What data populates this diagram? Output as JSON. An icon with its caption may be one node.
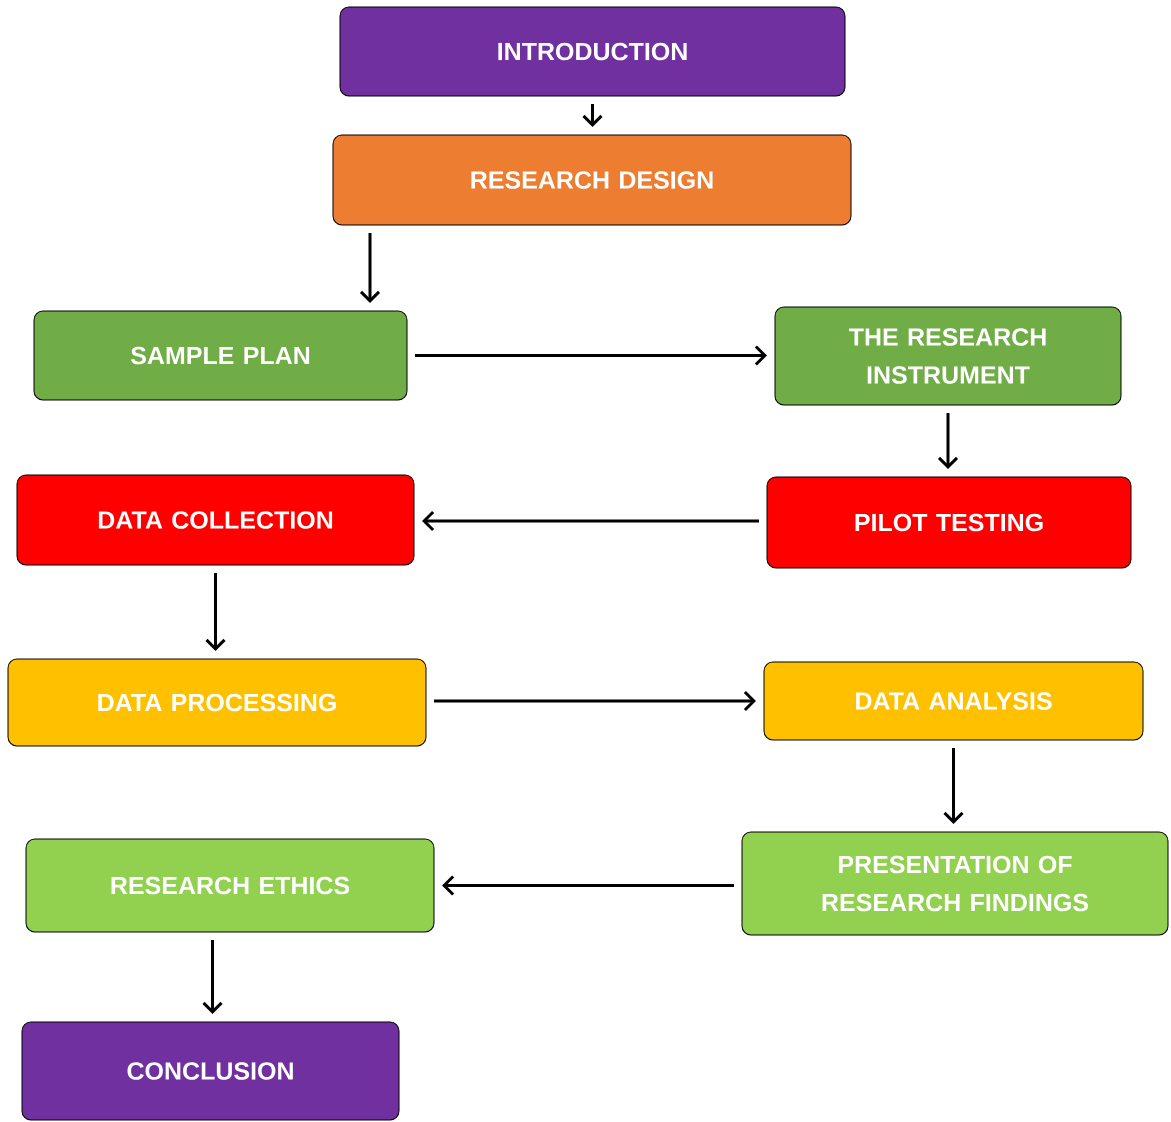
{
  "diagram": {
    "nodes": [
      {
        "text": [
          "INTRODUCTION"
        ]
      },
      {
        "text": [
          "RESEARCH DESIGN"
        ]
      },
      {
        "text": [
          "SAMPLE PLAN"
        ]
      },
      {
        "text": [
          "THE RESEARCH INSTRUMENT"
        ]
      },
      {
        "text": [
          "PILOT TESTING"
        ]
      },
      {
        "text": [
          "DATA COLLECTION"
        ]
      },
      {
        "text": [
          "DATA PROCESSING"
        ]
      },
      {
        "text": [
          "DATA ANALYSIS"
        ]
      },
      {
        "text": [
          "PRESENTATION OF RESEARCH FINDINGS"
        ]
      },
      {
        "text": [
          "RESEARCH ETHICS"
        ]
      },
      {
        "text": [
          "CONCLUSION"
        ]
      }
    ],
    "edges": [
      {
        "from": 0,
        "to": 1,
        "arrow": "to"
      },
      {
        "from": 1,
        "to": 2,
        "arrow": "to"
      },
      {
        "from": 2,
        "to": 3,
        "arrow": "to"
      },
      {
        "from": 3,
        "to": 4,
        "arrow": "to"
      },
      {
        "from": 4,
        "to": 5,
        "arrow": "to"
      },
      {
        "from": 5,
        "to": 6,
        "arrow": "to"
      },
      {
        "from": 6,
        "to": 7,
        "arrow": "to"
      },
      {
        "from": 7,
        "to": 8,
        "arrow": "to"
      },
      {
        "from": 8,
        "to": 9,
        "arrow": "to"
      },
      {
        "from": 9,
        "to": 10,
        "arrow": "to"
      }
    ]
  }
}
